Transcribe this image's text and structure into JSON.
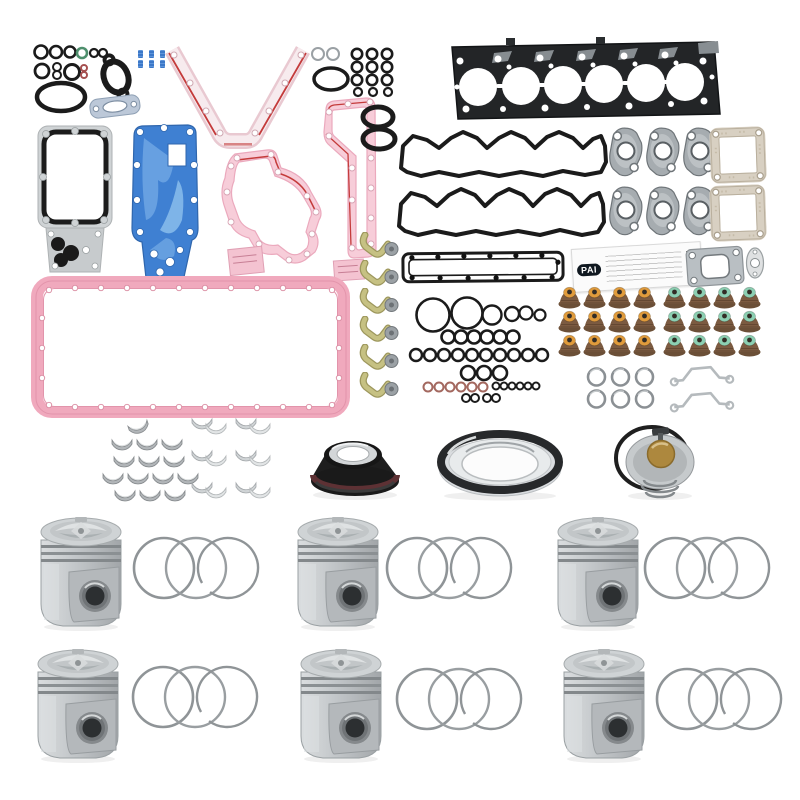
{
  "kit": {
    "brand": "PAI",
    "description": "6-cylinder diesel engine rebuild kit laid out on white background",
    "box": {
      "brand_label": "PAI"
    },
    "colors": {
      "gasket_black": "#1b1b1b",
      "gasket_pink": "#f7cdd9",
      "oil_pan_pink": "#f0a9bd",
      "silicone_bead_red": "#c43b3b",
      "oil_cooler_blue": "#3f80d2",
      "stud_blue": "#3c78c8",
      "clamp_olive": "#c6c183",
      "seal_body_brown": "#7c5b41",
      "seal_cap_orange": "#e09b3c",
      "seal_cap_green": "#8ccfb2",
      "copper_ring": "#a3685f",
      "metal_gray": "#a6acb0",
      "square_gasket_tan": "#d6cec0",
      "thermostat_brass": "#ad883e",
      "piston_alloy": "#c2c6c8"
    },
    "sections": {
      "gaskets": {
        "cylinder_head_gasket": {
          "count": 1,
          "bores": 6
        },
        "valve_cover_gaskets": {
          "count": 2
        },
        "rocker_housing_gasket": {
          "count": 1
        },
        "front_cover_gaskets_pink": {
          "count": 2
        },
        "rear_cover_gasket_red_bead": {
          "count": 1
        },
        "oil_cooler_gasket_blue": {
          "count": 1
        },
        "oil_cooler_cover_plate": {
          "count": 1
        },
        "oil_pan_gasket": {
          "count": 1
        },
        "exhaust_manifold_gaskets": {
          "count": 6
        },
        "square_inlet_gaskets": {
          "count": 2
        },
        "turbo_mount_gasket": {
          "count": 1
        },
        "oval_flange_gasket": {
          "count": 1
        },
        "fuel_pump_gasket": {
          "count": 1
        },
        "small_flange_gasket": {
          "count": 1
        }
      },
      "seals": {
        "front_crankshaft_seal": {
          "count": 1
        },
        "rear_main_seal": {
          "count": 1
        },
        "thermostat": {
          "count": 1
        },
        "valve_stem_seals_orange": {
          "count": 12
        },
        "valve_stem_seals_green": {
          "count": 12
        }
      },
      "hardware": {
        "blue_studs": {
          "count": 6
        },
        "injector_hold_down_clamps": {
          "count": 6
        },
        "wire_retainers": {
          "count": 2
        },
        "steel_rings": {
          "count": 6
        }
      },
      "o_rings": {
        "top_left_row1": 6,
        "top_left_row2": 4,
        "large_oval": 1,
        "grey_pair": 2,
        "grid_rows": 4,
        "grid_cols": 3,
        "big_oval": 1,
        "thick_pair": 2,
        "assorted_large": 2,
        "assorted_medium": 1,
        "assorted_small": 3,
        "row_of_six": 6,
        "row_of_ten": 10,
        "row_of_three": 3,
        "copper_washers": 6,
        "mini_black": 6,
        "tiny_pairs": 4
      },
      "bearings": {
        "main_bearing_shells": 14,
        "main_bearing_rows": [
          1,
          3,
          3,
          4,
          3
        ],
        "rod_bearing_pairs": 6,
        "rod_bearing_shells": 12
      },
      "pistons": {
        "count": 6
      },
      "piston_ring_sets": {
        "count": 6,
        "rings_per_set": 3
      }
    }
  }
}
